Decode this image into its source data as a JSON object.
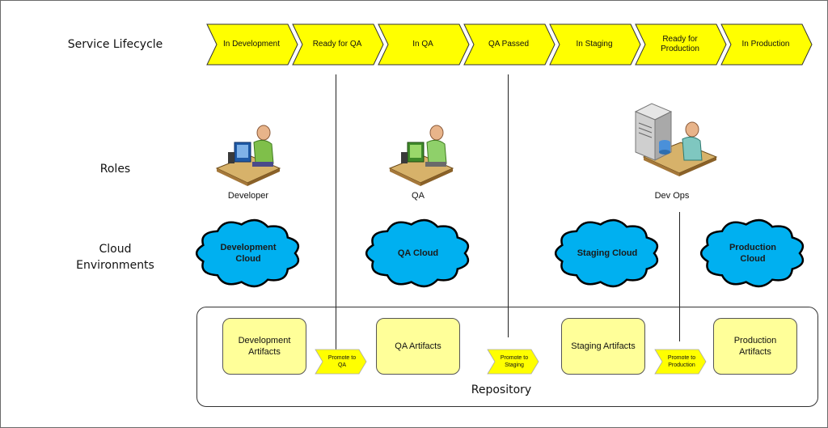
{
  "labels": {
    "lifecycle": "Service Lifecycle",
    "roles": "Roles",
    "cloud": "Cloud\nEnvironments",
    "repository": "Repository"
  },
  "stages": [
    {
      "label": "In Development"
    },
    {
      "label": "Ready for QA"
    },
    {
      "label": "In QA"
    },
    {
      "label": "QA Passed"
    },
    {
      "label": "In Staging"
    },
    {
      "label": "Ready for\nProduction"
    },
    {
      "label": "In Production"
    }
  ],
  "roles": [
    {
      "label": "Developer"
    },
    {
      "label": "QA"
    },
    {
      "label": "Dev Ops"
    }
  ],
  "clouds": [
    {
      "label": "Development\nCloud"
    },
    {
      "label": "QA Cloud"
    },
    {
      "label": "Staging Cloud"
    },
    {
      "label": "Production\nCloud"
    }
  ],
  "artifacts": [
    {
      "label": "Development\nArtifacts"
    },
    {
      "label": "QA Artifacts"
    },
    {
      "label": "Staging Artifacts"
    },
    {
      "label": "Production\nArtifacts"
    }
  ],
  "promotions": [
    {
      "label": "Promote to\nQA"
    },
    {
      "label": "Promote to\nStaging"
    },
    {
      "label": "Promote to\nProduction"
    }
  ],
  "colors": {
    "stage_fill": "#ffff00",
    "artifact_fill": "#ffff99",
    "cloud_fill": "#00b0f0",
    "outline": "#333333"
  }
}
